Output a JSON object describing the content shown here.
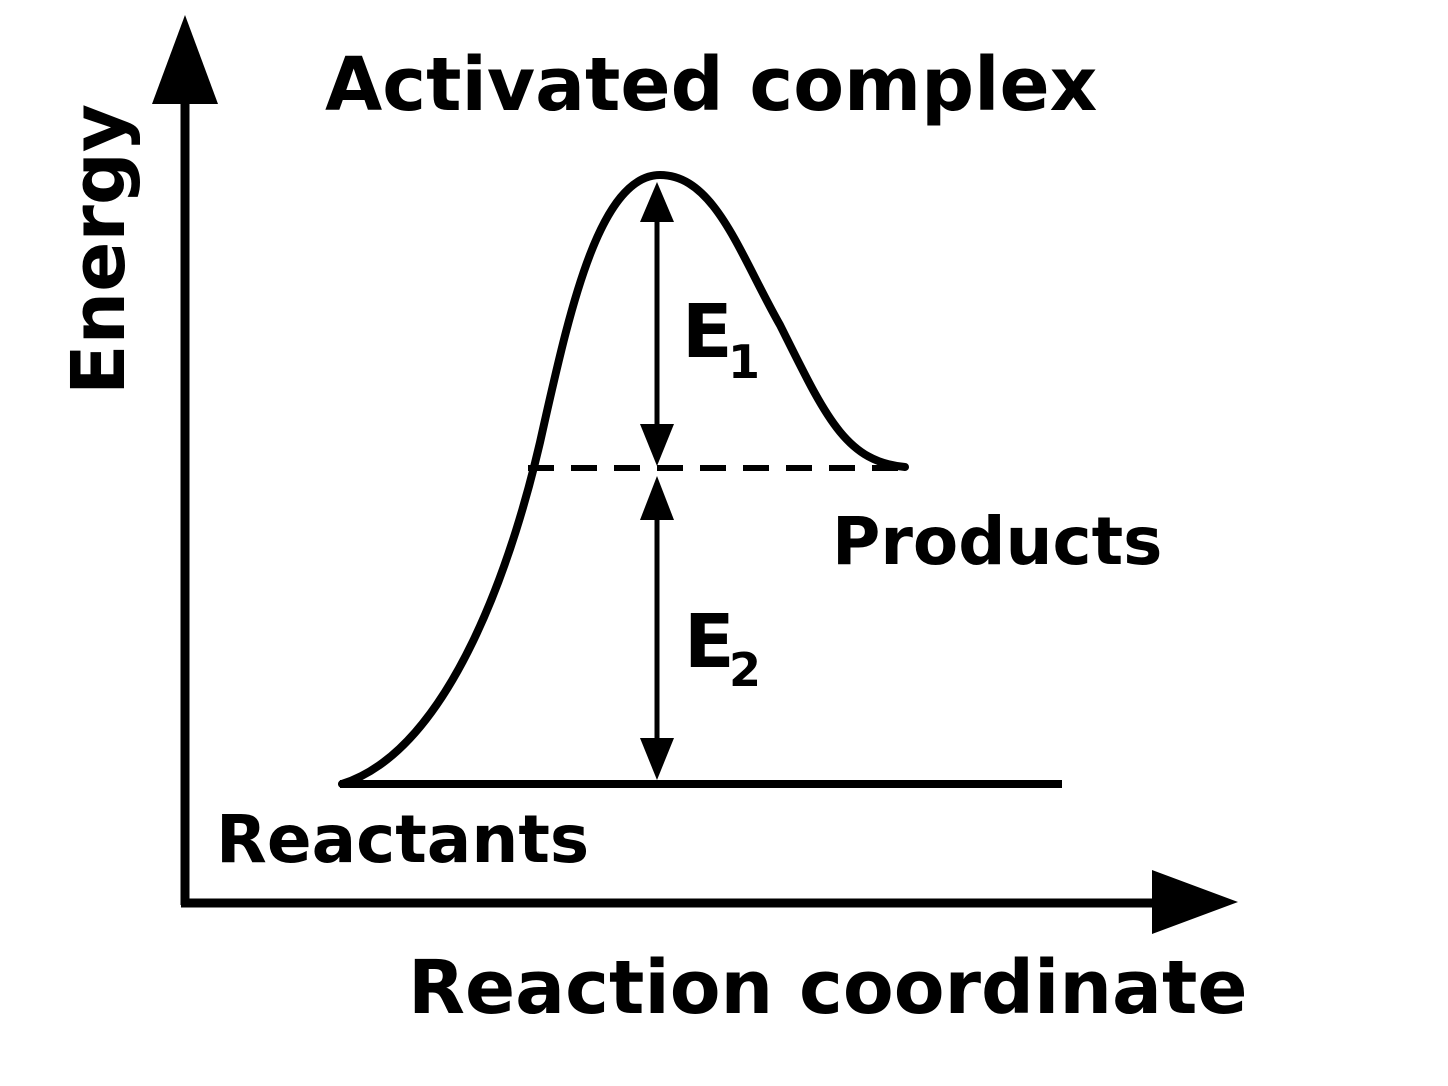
{
  "diagram": {
    "title": "Activated complex",
    "y_axis_label": "Energy",
    "x_axis_label": "Reaction coordinate",
    "reactants_label": "Reactants",
    "products_label": "Products",
    "e1": {
      "letter": "E",
      "subscript": "1"
    },
    "e2": {
      "letter": "E",
      "subscript": "2"
    },
    "line_color": "#000000",
    "background": "#ffffff"
  }
}
